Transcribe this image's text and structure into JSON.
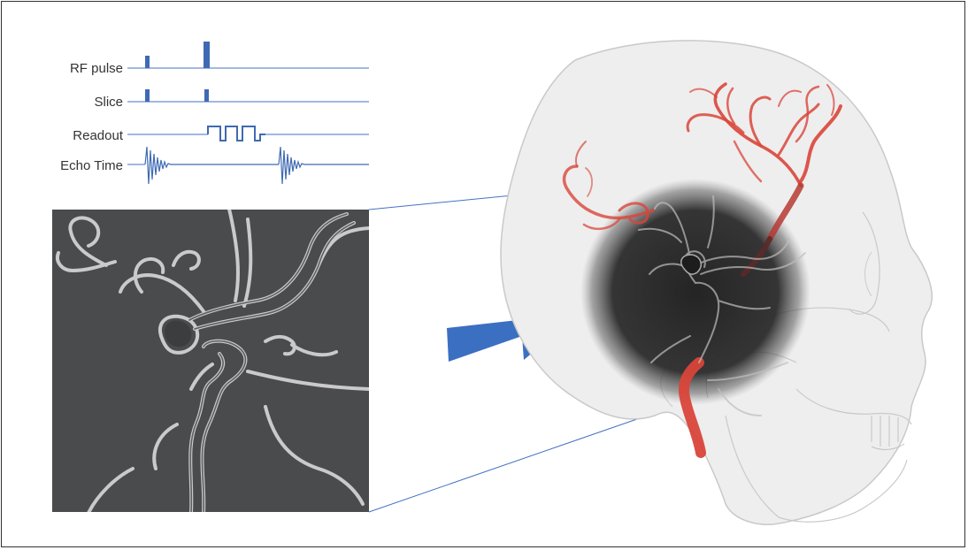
{
  "sequence": {
    "rows": [
      {
        "key": "rf",
        "label": "RF pulse"
      },
      {
        "key": "slice",
        "label": "Slice"
      },
      {
        "key": "readout",
        "label": "Readout"
      },
      {
        "key": "echo",
        "label": "Echo Time"
      }
    ]
  },
  "colors": {
    "line": "#4472c4",
    "pulse": "#3f6ab3",
    "arrow": "#3b6fc2",
    "panel": "#4a4b4d",
    "vessel_red": "#d9453a",
    "skull": "#eeeeee",
    "skull_stroke": "#c9c9c9",
    "shadow": "#2a2a2a",
    "frame": "#333333"
  },
  "icons": {
    "arrow": "right-arrow-icon"
  }
}
